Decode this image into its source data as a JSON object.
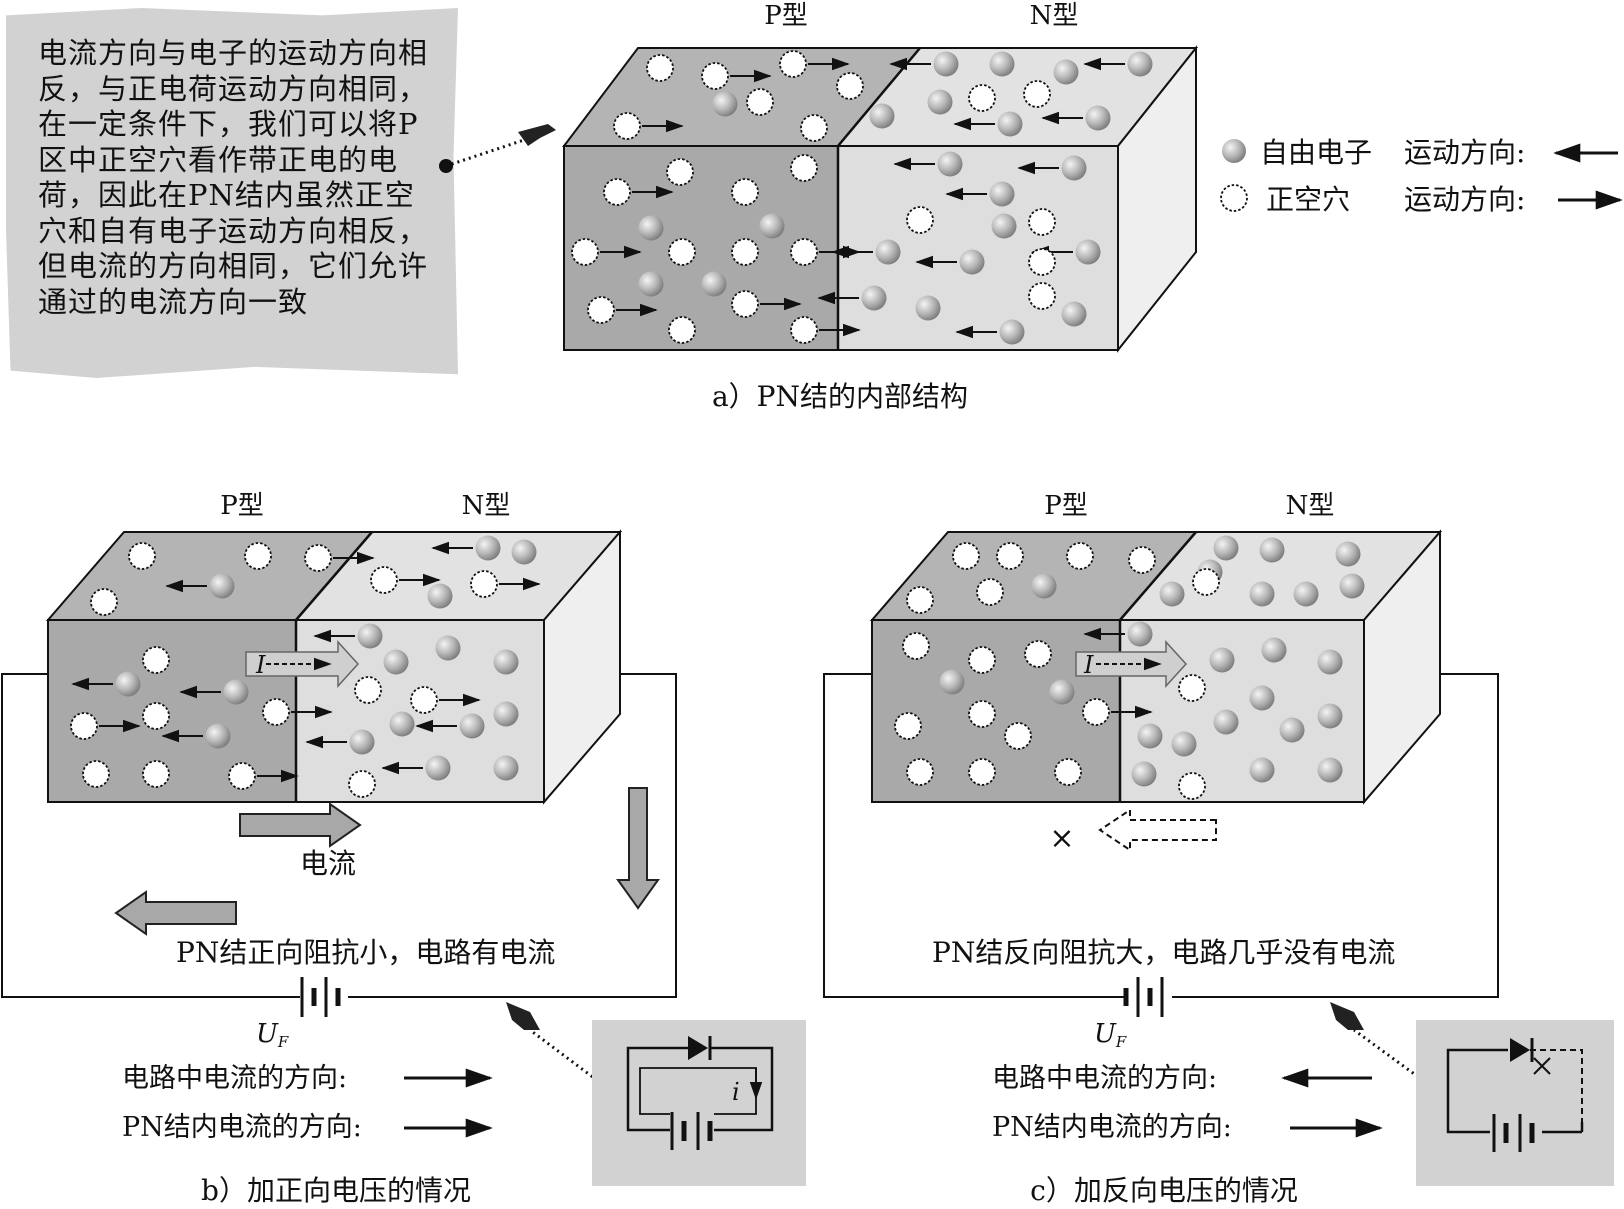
{
  "note": "电流方向与电子的运动方向相反，与正电荷运动方向相同，在一定条件下，我们可以将P区中正空穴看作带正电的电荷，因此在PN结内虽然正空穴和自有电子运动方向相反，但电流的方向相同，它们允许通过的电流方向一致",
  "legend": {
    "electron": "自由电子",
    "hole": "正空穴",
    "motion": "运动方向:"
  },
  "labels": {
    "p_type": "P型",
    "n_type": "N型"
  },
  "panel_a": {
    "caption": "a）PN结的内部结构"
  },
  "panel_b": {
    "caption": "b）加正向电压的情况",
    "current_label": "电流",
    "summary": "PN结正向阻抗小，电路有电流",
    "current_symbol": "I",
    "voltage_symbol": "U",
    "voltage_subscript": "F",
    "circuit_dir": "电路中电流的方向:",
    "junction_dir": "PN结内电流的方向:",
    "inset_current": "i"
  },
  "panel_c": {
    "caption": "c）加反向电压的情况",
    "summary": "PN结反向阻抗大，电路几乎没有电流",
    "current_symbol": "I",
    "voltage_symbol": "U",
    "voltage_subscript": "F",
    "circuit_dir": "电路中电流的方向:",
    "junction_dir": "PN结内电流的方向:",
    "blocked_mark": "×"
  }
}
